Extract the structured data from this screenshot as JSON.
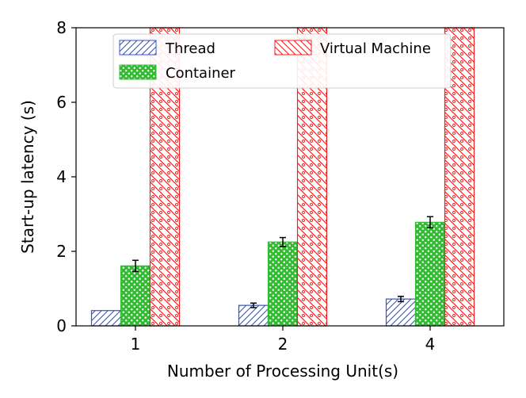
{
  "chart_data": {
    "type": "bar",
    "title": "",
    "xlabel": "Number of Processing Unit(s)",
    "ylabel": "Start-up latency (s)",
    "categories": [
      "1",
      "2",
      "4"
    ],
    "ylim": [
      0,
      8
    ],
    "yticks": [
      "0",
      "2",
      "4",
      "6",
      "8"
    ],
    "grid": false,
    "legend_position": "top-center",
    "series": [
      {
        "name": "Thread",
        "values": [
          0.41,
          0.55,
          0.72
        ],
        "errors": [
          0.0,
          0.06,
          0.07
        ],
        "color": "#3355cc",
        "pattern": "diagonal-lines"
      },
      {
        "name": "Container",
        "values": [
          1.61,
          2.25,
          2.78
        ],
        "errors": [
          0.15,
          0.12,
          0.15
        ],
        "color": "#33bb33",
        "pattern": "dots"
      },
      {
        "name": "Virtual Machine",
        "values": [
          8.0,
          8.0,
          8.0
        ],
        "errors": [
          0,
          0,
          0
        ],
        "color": "#ee2222",
        "pattern": "back-diagonal-lines-with-circles"
      }
    ]
  }
}
